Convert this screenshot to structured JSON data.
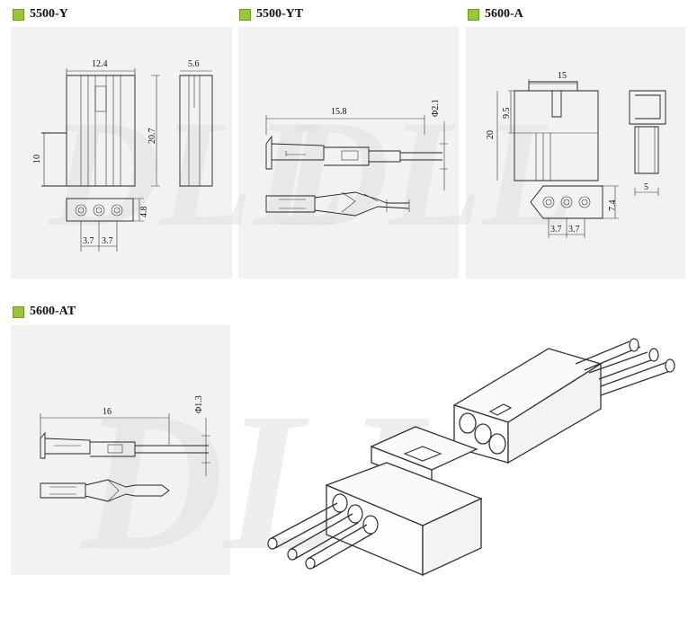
{
  "panels": [
    {
      "label": "5500-Y"
    },
    {
      "label": "5500-YT"
    },
    {
      "label": "5600-A"
    },
    {
      "label": "5600-AT"
    }
  ],
  "watermark": "DLL",
  "dims": {
    "y_w": "12.4",
    "y_side": "5.6",
    "y_h": "20.7",
    "y_h2": "10",
    "y_pitch1": "3.7",
    "y_pitch2": "3.7",
    "y_end": "4.8",
    "yt_len": "15.8",
    "yt_dia": "Φ2.1",
    "a_w": "15",
    "a_h1": "9.5",
    "a_h": "20",
    "a_end": "7.4",
    "a_side": "5",
    "a_pitch1": "3.7",
    "a_pitch2": "3.7",
    "at_len": "16",
    "at_dia": "Φ1.3"
  }
}
